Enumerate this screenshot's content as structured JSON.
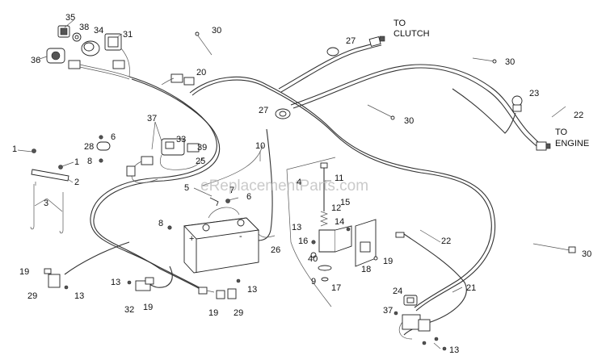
{
  "watermark": "eReplacementParts.com",
  "captions": {
    "clutch_line1": "TO",
    "clutch_line2": "CLUTCH",
    "engine_line1": "TO",
    "engine_line2": "ENGINE"
  },
  "battery_plus": "+",
  "battery_minus": "-",
  "callouts": [
    "35",
    "38",
    "34",
    "31",
    "36",
    "30",
    "20",
    "27",
    "30",
    "30",
    "23",
    "22",
    "30",
    "27",
    "37",
    "33",
    "39",
    "6",
    "28",
    "8",
    "25",
    "1",
    "1",
    "2",
    "3",
    "10",
    "7",
    "6",
    "5",
    "4",
    "11",
    "12",
    "15",
    "14",
    "13",
    "16",
    "40",
    "9",
    "17",
    "8",
    "26",
    "22",
    "30",
    "18",
    "19",
    "21",
    "19",
    "29",
    "13",
    "13",
    "32",
    "19",
    "13",
    "19",
    "29",
    "24",
    "37",
    "13"
  ],
  "colors": {
    "line": "#333333",
    "text": "#111111",
    "watermark": "#b9b9b9"
  }
}
